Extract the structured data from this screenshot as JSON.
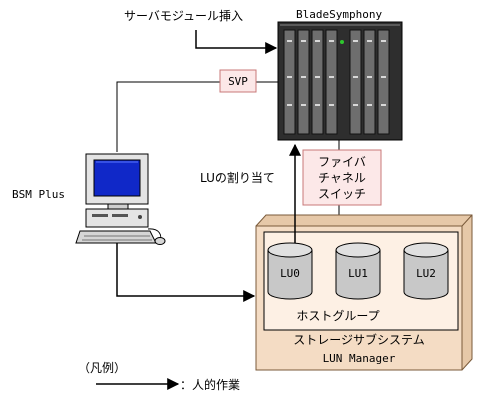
{
  "labels": {
    "blade_insert": "サーバモジュール挿入",
    "blade_name": "BladeSymphony",
    "svp": "SVP",
    "fiber_switch": [
      "ファイバ",
      "チャネル",
      "スイッチ"
    ],
    "lu_assign": "LUの割り当て",
    "bsm_plus": "BSM Plus",
    "host_group": "ホストグループ",
    "storage_subsystem": "ストレージサブシステム",
    "lun_manager": "LUN Manager",
    "legend_title": "（凡例）",
    "legend_item": "：人的作業"
  },
  "lus": [
    "LU0",
    "LU1",
    "LU2"
  ],
  "colors": {
    "pink_box": "#fce8e8",
    "pink_border": "#c87878",
    "storage_outer": "#f4dcc4",
    "storage_border": "#7a5a3a",
    "disk": "#c8c8c8",
    "blade_chassis": "#2e2e2e",
    "blade_slot": "#6e6e6e",
    "monitor_screen": "#1028c8",
    "pc_body": "#e4e4e4"
  }
}
